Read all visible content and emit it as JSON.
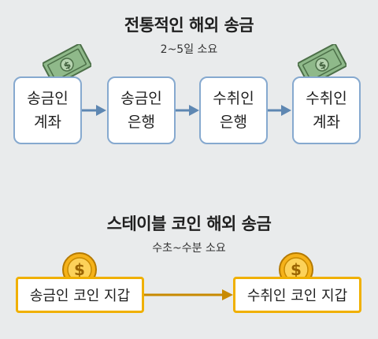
{
  "traditional": {
    "title": "전통적인 해외 송금",
    "subtitle": "2~5일 소요",
    "boxes": [
      {
        "line1": "송금인",
        "line2": "계좌"
      },
      {
        "line1": "송금인",
        "line2": "은행"
      },
      {
        "line1": "수취인",
        "line2": "은행"
      },
      {
        "line1": "수취인",
        "line2": "계좌"
      }
    ],
    "icon": "money-bill-icon"
  },
  "stablecoin": {
    "title": "스테이블 코인 해외 송금",
    "subtitle": "수초~수분 소요",
    "sender": "송금인 코인 지갑",
    "receiver": "수취인 코인 지갑",
    "icon": "dollar-coin-icon"
  },
  "colors": {
    "background": "#e9ebec",
    "bank_border": "#86a9cf",
    "bank_arrow": "#5e87b2",
    "wallet_border": "#f0b000",
    "wallet_arrow": "#c88a00",
    "bill": "#8fb98a",
    "coin": "#f5b21a"
  }
}
